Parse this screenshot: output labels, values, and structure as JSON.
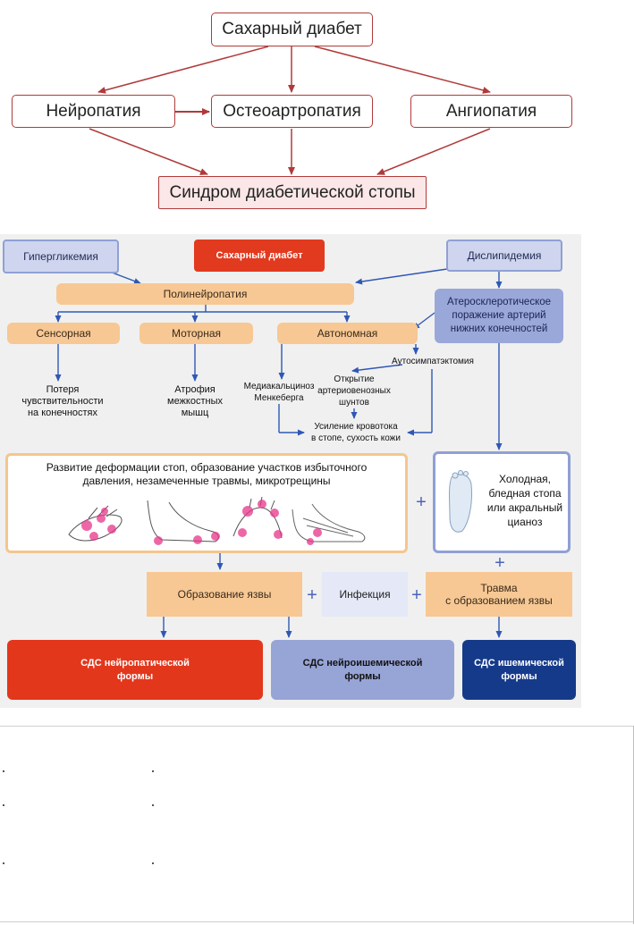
{
  "top": {
    "root": "Сахарный диабет",
    "left": "Нейропатия",
    "middle": "Остеоартропатия",
    "right": "Ангиопатия",
    "result": "Синдром диабетической стопы"
  },
  "bottom": {
    "hyperglycemia": "Гипергликемия",
    "diabetes": "Сахарный диабет",
    "dyslipidemia": "Дислипидемия",
    "polyneuropathy": "Полинейропатия",
    "atherosclerosis": [
      "Атеросклеротическое",
      "поражение артерий",
      "нижних конечностей"
    ],
    "sensory": "Сенсорная",
    "motor": "Моторная",
    "autonomic": "Автономная",
    "autosympathectomy": "Аутосимпатэктомия",
    "sensory_effect": [
      "Потеря",
      "чувствительности",
      "на конечностях"
    ],
    "motor_effect": [
      "Атрофия",
      "межкостных",
      "мышц"
    ],
    "calcinosis": [
      "Медиакальциноз",
      "Менкеберга"
    ],
    "shunts": [
      "Открытие",
      "артериовенозных",
      "шунтов"
    ],
    "bloodflow": [
      "Усиление кровотока",
      "в стопе, сухость кожи"
    ],
    "deformation": [
      "Развитие деформации стоп, образование участков избыточного",
      "давления, незамеченные травмы, микротрещины"
    ],
    "cold_foot": [
      "Холодная,",
      "бледная стопа",
      "или акральный",
      "цианоз"
    ],
    "ulcer": "Образование язвы",
    "infection": "Инфекция",
    "trauma": [
      "Травма",
      "с образованием язвы"
    ],
    "plus": "+",
    "neuro_form": [
      "СДС нейропатической",
      "формы"
    ],
    "neuroisch_form": [
      "СДС нейроишемической",
      "формы"
    ],
    "isch_form": [
      "СДС ишемической",
      "формы"
    ]
  },
  "colors": {
    "top_border": "#b03a3a",
    "diabetes_red": "#e23a1f",
    "peach": "#f7c894",
    "lavender": "#cfd5ee",
    "navy": "#163a8a"
  }
}
